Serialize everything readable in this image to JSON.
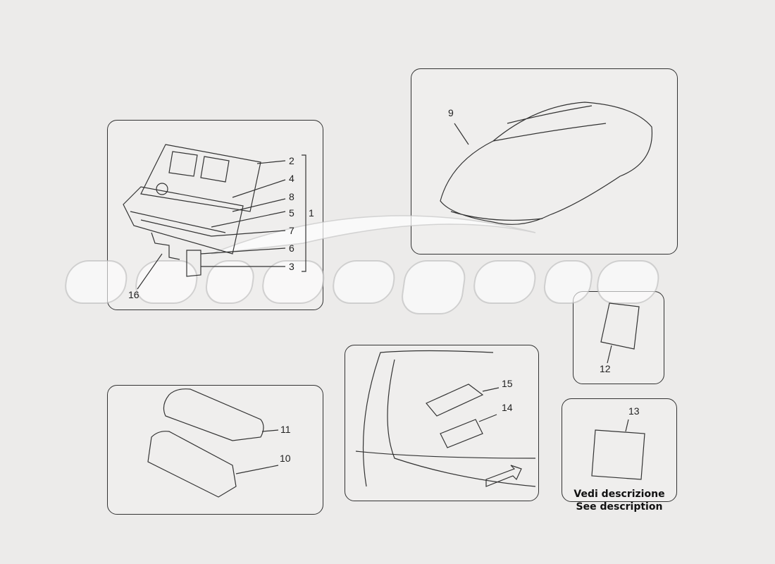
{
  "watermark": "eurospares",
  "panels": {
    "toolkit": {
      "labels": [
        "2",
        "4",
        "8",
        "5",
        "7",
        "6",
        "3",
        "1",
        "16"
      ]
    },
    "car_cover": {
      "labels": [
        "9"
      ]
    },
    "booklet": {
      "labels": [
        "12"
      ]
    },
    "bags": {
      "labels": [
        "11",
        "10"
      ]
    },
    "trunk": {
      "labels": [
        "15",
        "14"
      ]
    },
    "certificate": {
      "labels": [
        "13"
      ],
      "note_it": "Vedi descrizione",
      "note_en": "See description"
    }
  }
}
